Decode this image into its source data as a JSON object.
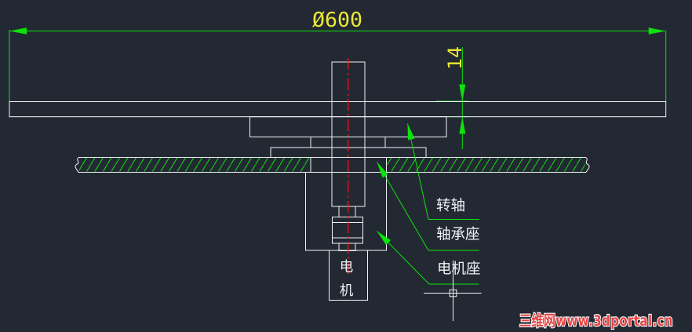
{
  "viewport": {
    "type": "cad-drawing-canvas",
    "background": "#232933"
  },
  "colors": {
    "geometry_white": "#f0f2f5",
    "annotation_green": "#0ce20c",
    "dimension_yellow": "#ece833",
    "centerline_red": "#fb1414",
    "watermark_red": "#e84545"
  },
  "dimensions": {
    "diameter_label": "Ø600",
    "thickness_label": "14"
  },
  "callouts": {
    "shaft": "转轴",
    "bearing_seat": "轴承座",
    "motor_seat": "电机座"
  },
  "motor": {
    "line1": "电",
    "line2": "机"
  },
  "watermark": {
    "text": "三维网www.3dportal.cn"
  }
}
